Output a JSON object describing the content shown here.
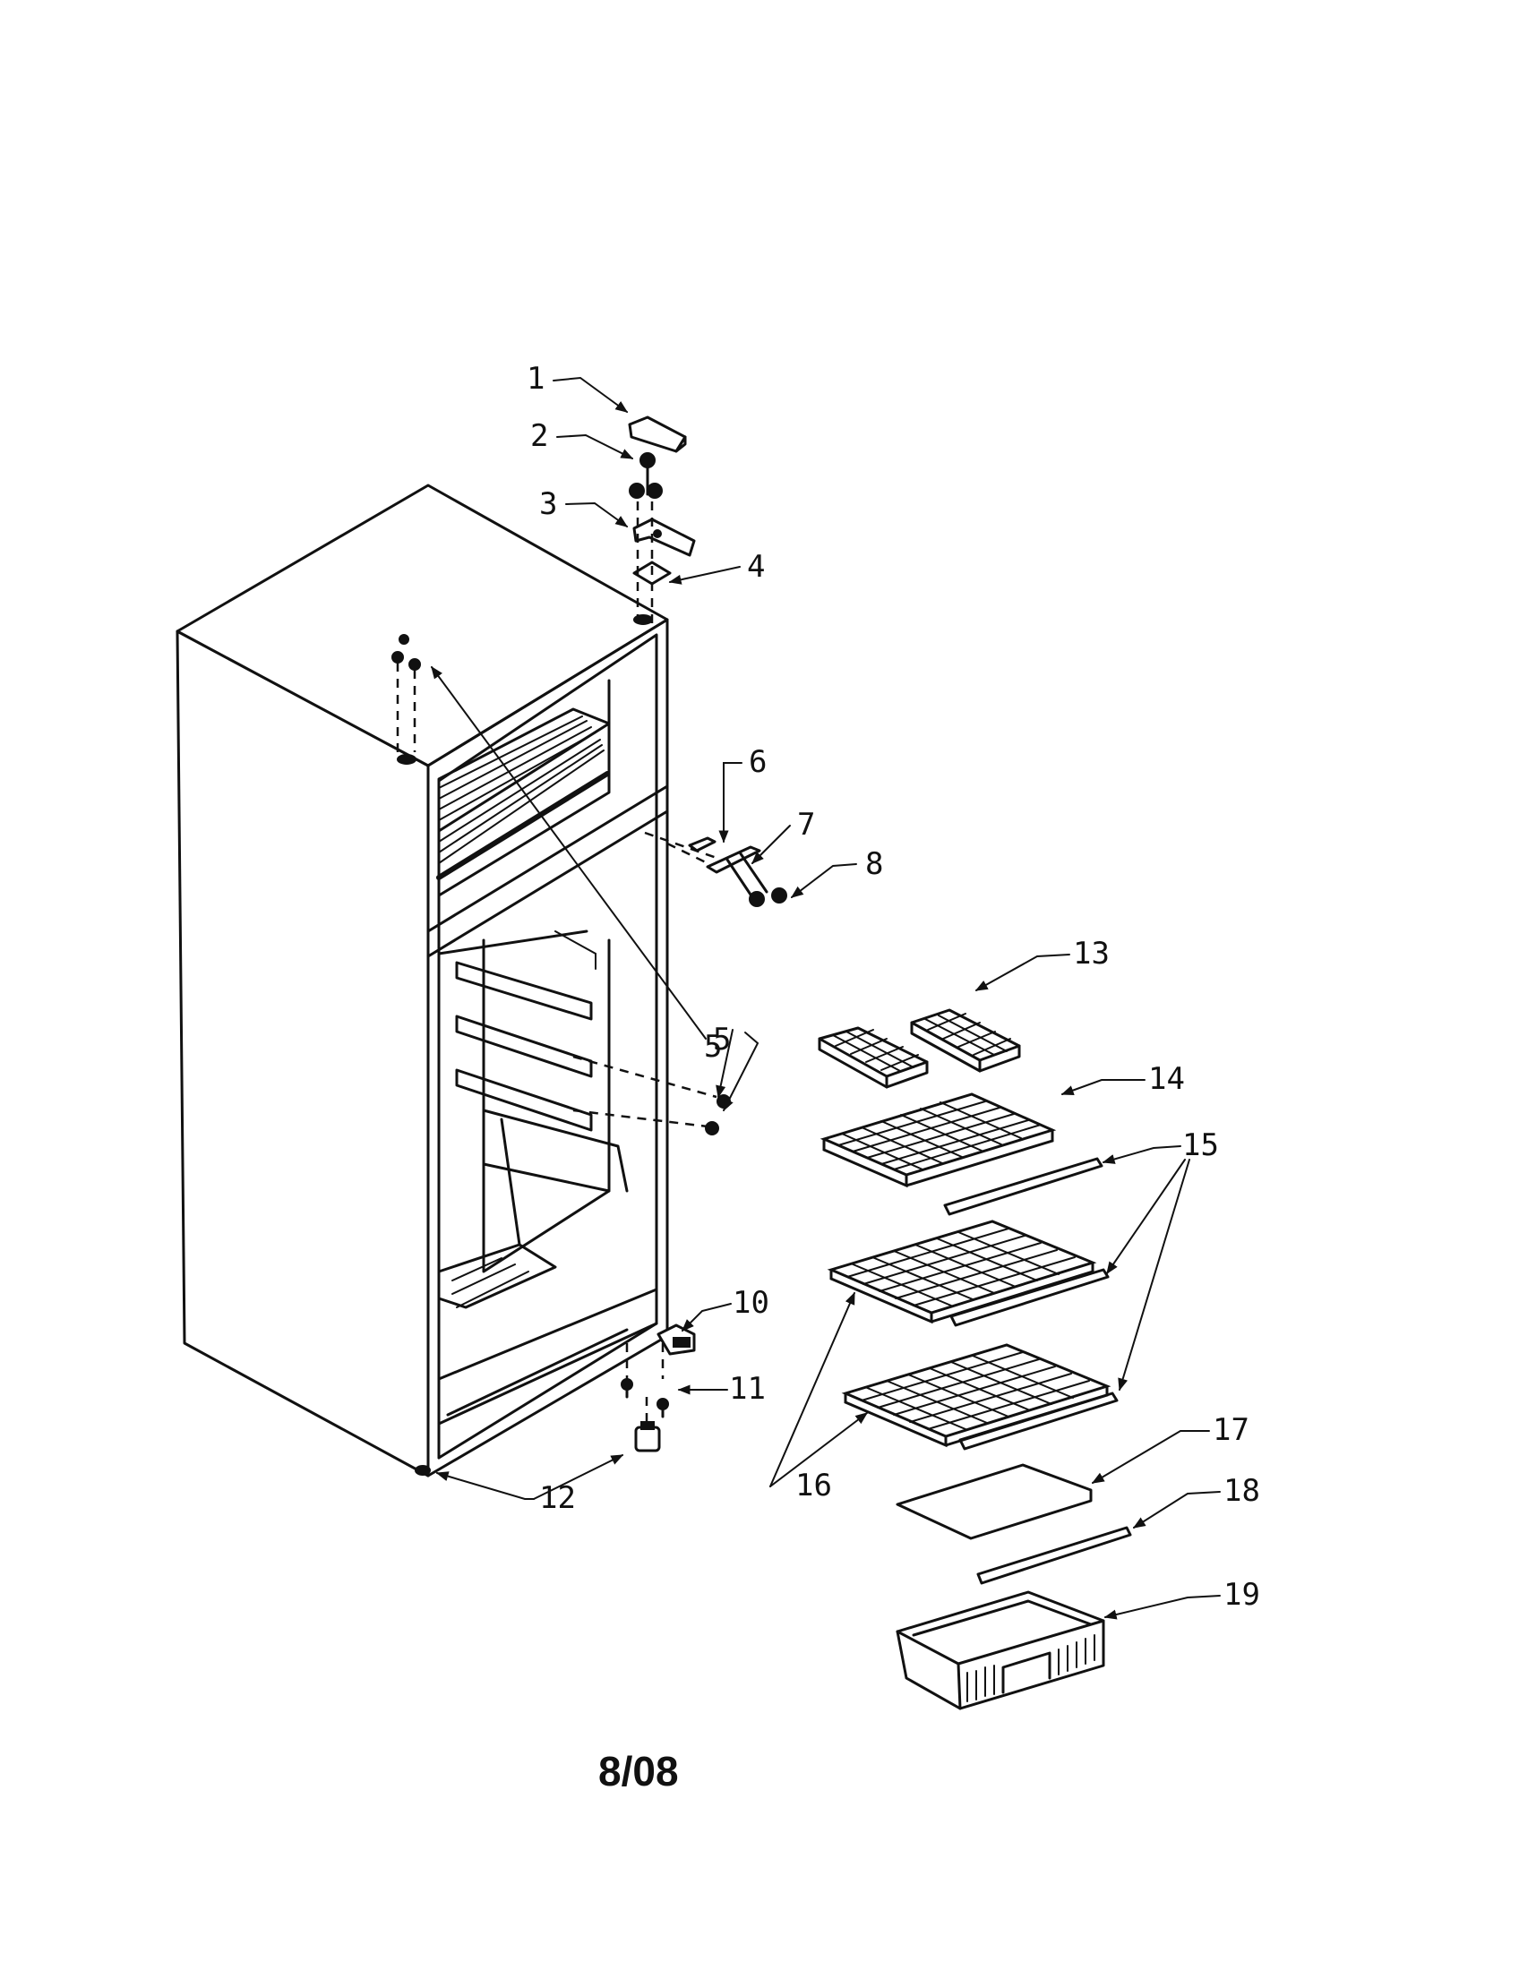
{
  "callouts": [
    {
      "id": "1",
      "label": "1"
    },
    {
      "id": "2",
      "label": "2"
    },
    {
      "id": "3",
      "label": "3"
    },
    {
      "id": "4",
      "label": "4"
    },
    {
      "id": "5a",
      "label": "5"
    },
    {
      "id": "5b",
      "label": "5"
    },
    {
      "id": "6",
      "label": "6"
    },
    {
      "id": "7",
      "label": "7"
    },
    {
      "id": "8",
      "label": "8"
    },
    {
      "id": "10",
      "label": "10"
    },
    {
      "id": "11",
      "label": "11"
    },
    {
      "id": "12",
      "label": "12"
    },
    {
      "id": "13",
      "label": "13"
    },
    {
      "id": "14",
      "label": "14"
    },
    {
      "id": "15",
      "label": "15"
    },
    {
      "id": "16",
      "label": "16"
    },
    {
      "id": "17",
      "label": "17"
    },
    {
      "id": "18",
      "label": "18"
    },
    {
      "id": "19",
      "label": "19"
    }
  ],
  "footer": {
    "code": "8/08"
  }
}
